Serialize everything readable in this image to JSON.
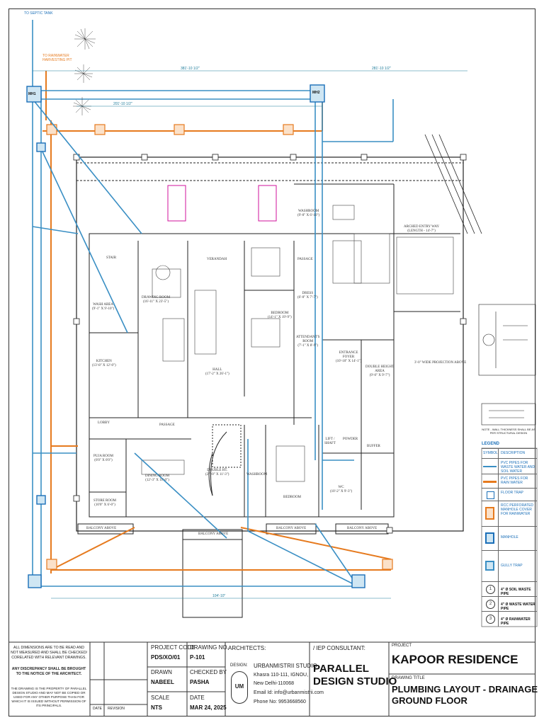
{
  "plan": {
    "top_labels": {
      "septic": "TO SEPTIC TANK",
      "rainwater": "TO RAINWATER HARVESTING PIT"
    },
    "manholes": [
      "MH1",
      "MH2"
    ],
    "rooms": [
      {
        "id": "stair",
        "text": "STAIR"
      },
      {
        "id": "wash-area",
        "text": "WASH AREA\n(9'-1\" X 9'-10\")"
      },
      {
        "id": "kitchen",
        "text": "KITCHEN\n(13'-8\" X 12'-0\")"
      },
      {
        "id": "drawing",
        "text": "DRAWING ROOM\n(16'-11\" X 23'-5\")"
      },
      {
        "id": "verandah",
        "text": "VERANDAH"
      },
      {
        "id": "hall",
        "text": "HALL\n(17'-2\" X 26'-1\")"
      },
      {
        "id": "passage-1",
        "text": "PASSAGE"
      },
      {
        "id": "bedroom-1",
        "text": "BEDROOM\n(14'-1\" X 19'-9\")"
      },
      {
        "id": "washroom-1",
        "text": "WASHROOM\n(9'-0\" X 6'-10\")"
      },
      {
        "id": "dress",
        "text": "DRESS\n(6'-0\" X 7'-7\")"
      },
      {
        "id": "attendant",
        "text": "ATTENDANT'S\nROOM\n(7'-1\" X 8'-9\")"
      },
      {
        "id": "powder",
        "text": "ENTRANCE\nFOYER\n(10'-10\" X 14'-1\")"
      },
      {
        "id": "double-height",
        "text": "DOUBLE HEIGHT\nAREA\n(9'-0\" X 9'-7\")"
      },
      {
        "id": "arched",
        "text": "ARCHED ENTRY WAY\n(LENGTH - 14'-7\")"
      },
      {
        "id": "projection",
        "text": "3'-0\" WIDE PROJECTION ABOVE"
      },
      {
        "id": "lobby",
        "text": "LOBBY"
      },
      {
        "id": "passage-2",
        "text": "PASSAGE"
      },
      {
        "id": "puja",
        "text": "PUJA ROOM\n(6'0\" X 6'0\")"
      },
      {
        "id": "dining",
        "text": "DINING ROOM\n(12'-3\" X 11'-0\")"
      },
      {
        "id": "store",
        "text": "STORE ROOM\n(10'0\" X 6'-0\")"
      },
      {
        "id": "double-ht",
        "text": "DOUBLE HT.\n(27'-0\" X 11'-3\")"
      },
      {
        "id": "washroom-2",
        "text": "WASHROOM"
      },
      {
        "id": "bedroom-2",
        "text": "BEDROOM"
      },
      {
        "id": "lift",
        "text": "LIFT /\nSHAFT"
      },
      {
        "id": "powder-2",
        "text": "POWDER"
      },
      {
        "id": "wc",
        "text": "WC\n(10'-2\" X 9'-3\")"
      },
      {
        "id": "buffer",
        "text": "BUFFER"
      },
      {
        "id": "balcony-1",
        "text": "BALCONY ABOVE"
      },
      {
        "id": "balcony-2",
        "text": "BALCONY ABOVE"
      },
      {
        "id": "balcony-3",
        "text": "BALCONY ABOVE"
      },
      {
        "id": "balcony-4",
        "text": "BALCONY ABOVE"
      }
    ],
    "dimensions": [
      {
        "id": "d1",
        "text": "381'-10 1/2\""
      },
      {
        "id": "d2",
        "text": "281'-10 1/2\""
      },
      {
        "id": "d3",
        "text": "201'-10 1/2\""
      },
      {
        "id": "d4",
        "text": "104'-10\""
      }
    ],
    "side_note": "NOTE - WALL THICKNESS SHALL BE AS PER STRUCTURAL DESIGN"
  },
  "legend": {
    "title": "LEGEND",
    "header_symbol": "SYMBOL",
    "header_desc": "DESCRIPTION",
    "rows": [
      {
        "id": "pvc-waste",
        "desc": "PVC PIPES FOR WASTE WATER AND SOIL WATER"
      },
      {
        "id": "pvc-rain",
        "desc": "PVC PIPES FOR RAIN WATER"
      },
      {
        "id": "floor-trap",
        "desc": "FLOOR TRAP"
      },
      {
        "id": "rcc-cover",
        "desc": "RCC PERFORATED MANHOLE COVER FOR RAINWATER"
      },
      {
        "id": "manhole",
        "desc": "MANHOLE"
      },
      {
        "id": "gully",
        "desc": "GULLY TRAP"
      },
      {
        "id": "soil",
        "num": "1",
        "desc": "4\" Ø SOIL WASTE PIPE"
      },
      {
        "id": "waste",
        "num": "2",
        "desc": "4\" Ø WASTE WATER PIPE"
      },
      {
        "id": "rain",
        "num": "3",
        "desc": "4\" Ø RAINWATER PIPE"
      }
    ]
  },
  "title_block": {
    "notes": [
      "ALL DIMENSIONS ARE TO BE READ AND NOT MEASURED AND SHALL BE CHECKED/ CORELATED WITH RELEVANT DRAWINGS.",
      "ANY DISCREPANCY SHALL BE BROUGHT TO THE NOTICE OF THE ARCHITECT.",
      "THE DRAWING IS THE PROPERTY OF PARALLEL DESIGN STUDIO AND MAY NOT BE COPIED OR USED FOR ANY OTHER PURPOSE THAN FOR WHICH IT IS ISSUED WITHOUT PERMISSION OF ITS PRINCIPALS."
    ],
    "rev_date": "DATE",
    "rev_revision": "REVISION",
    "project_code_label": "PROJECT CODE",
    "project_code": "PDS/XO/01",
    "drawing_no_label": "DRAWING NO.",
    "drawing_no": "P-101",
    "drawn_label": "DRAWN",
    "drawn": "NABEEL",
    "checked_label": "CHECKED BY",
    "checked": "PASHA",
    "scale_label": "SCALE",
    "scale": "NTS",
    "date_label": "DATE",
    "date": "MAR 24, 2025",
    "architects_label": "ARCHITECTS:",
    "design_label": "DESIGN:",
    "studio_name": "URBANMISTRII STUDIO",
    "studio_address_1": "Khasra 110-111, IGNOU,",
    "studio_address_2": "New Delhi-110068",
    "studio_email": "Email Id: info@urbanmistrii.com",
    "studio_phone": "Phone No: 9953668560",
    "logo_letters": "UM",
    "consultant_label": "/ IEP CONSULTANT:",
    "consultant_name_1": "PARALLEL",
    "consultant_name_2": "DESIGN STUDIO",
    "project_label": "PROJECT",
    "project_name": "KAPOOR RESIDENCE",
    "drawing_title_label": "DRAWING TITLE",
    "drawing_title_1": "PLUMBING LAYOUT - DRAINAGE",
    "drawing_title_2": "GROUND FLOOR"
  },
  "colors": {
    "soil": "#3a8fc4",
    "rain": "#e67a1e",
    "wall": "#222222",
    "bed": "#d0129b",
    "accent": "#1b6fb8"
  }
}
